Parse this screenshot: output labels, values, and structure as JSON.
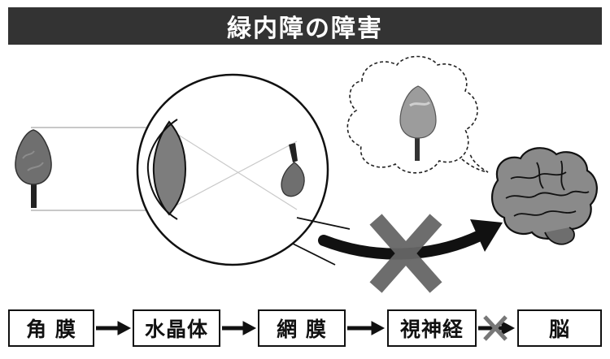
{
  "title": "緑内障の障害",
  "stages": [
    {
      "label": "角 膜"
    },
    {
      "label": "水晶体"
    },
    {
      "label": "網 膜"
    },
    {
      "label": "視神経"
    },
    {
      "label": "脳"
    }
  ],
  "blocked_connection": {
    "from": "視神経",
    "to": "脳"
  },
  "colors": {
    "title_bg": "#333333",
    "title_text": "#ffffff",
    "cross": "#666666",
    "arrow": "#111111",
    "tree_foliage": "#6f6f6f",
    "lens": "#7d7d7d",
    "brain": "#8a8a8a"
  },
  "icons": [
    "tree-icon",
    "eye-lens",
    "retina-image",
    "thought-bubble",
    "brain-icon",
    "cross-mark",
    "arrow"
  ]
}
